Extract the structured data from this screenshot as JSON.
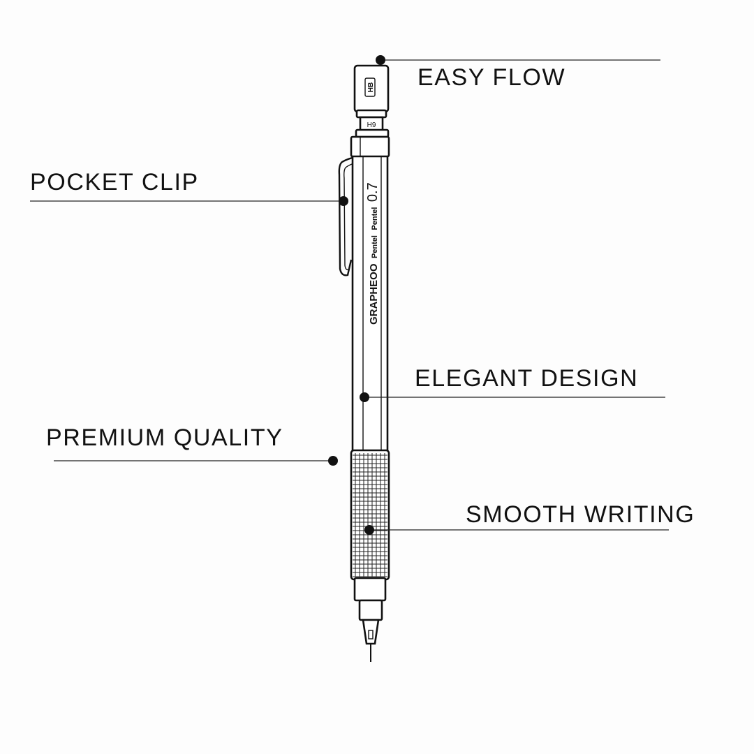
{
  "product": {
    "cap_label": "HB",
    "band_label": "H9",
    "brand_model": "GRAPHEOO",
    "brand_name_1": "Pentel",
    "brand_name_2": "Pentel",
    "lead_size": "0.7"
  },
  "callouts": [
    {
      "label": "EASY FLOW"
    },
    {
      "label": "POCKET CLIP"
    },
    {
      "label": "ELEGANT DESIGN"
    },
    {
      "label": "PREMIUM QUALITY"
    },
    {
      "label": "SMOOTH WRITING"
    }
  ],
  "colors": {
    "ink": "#111111",
    "background": "#fdfdfd"
  }
}
